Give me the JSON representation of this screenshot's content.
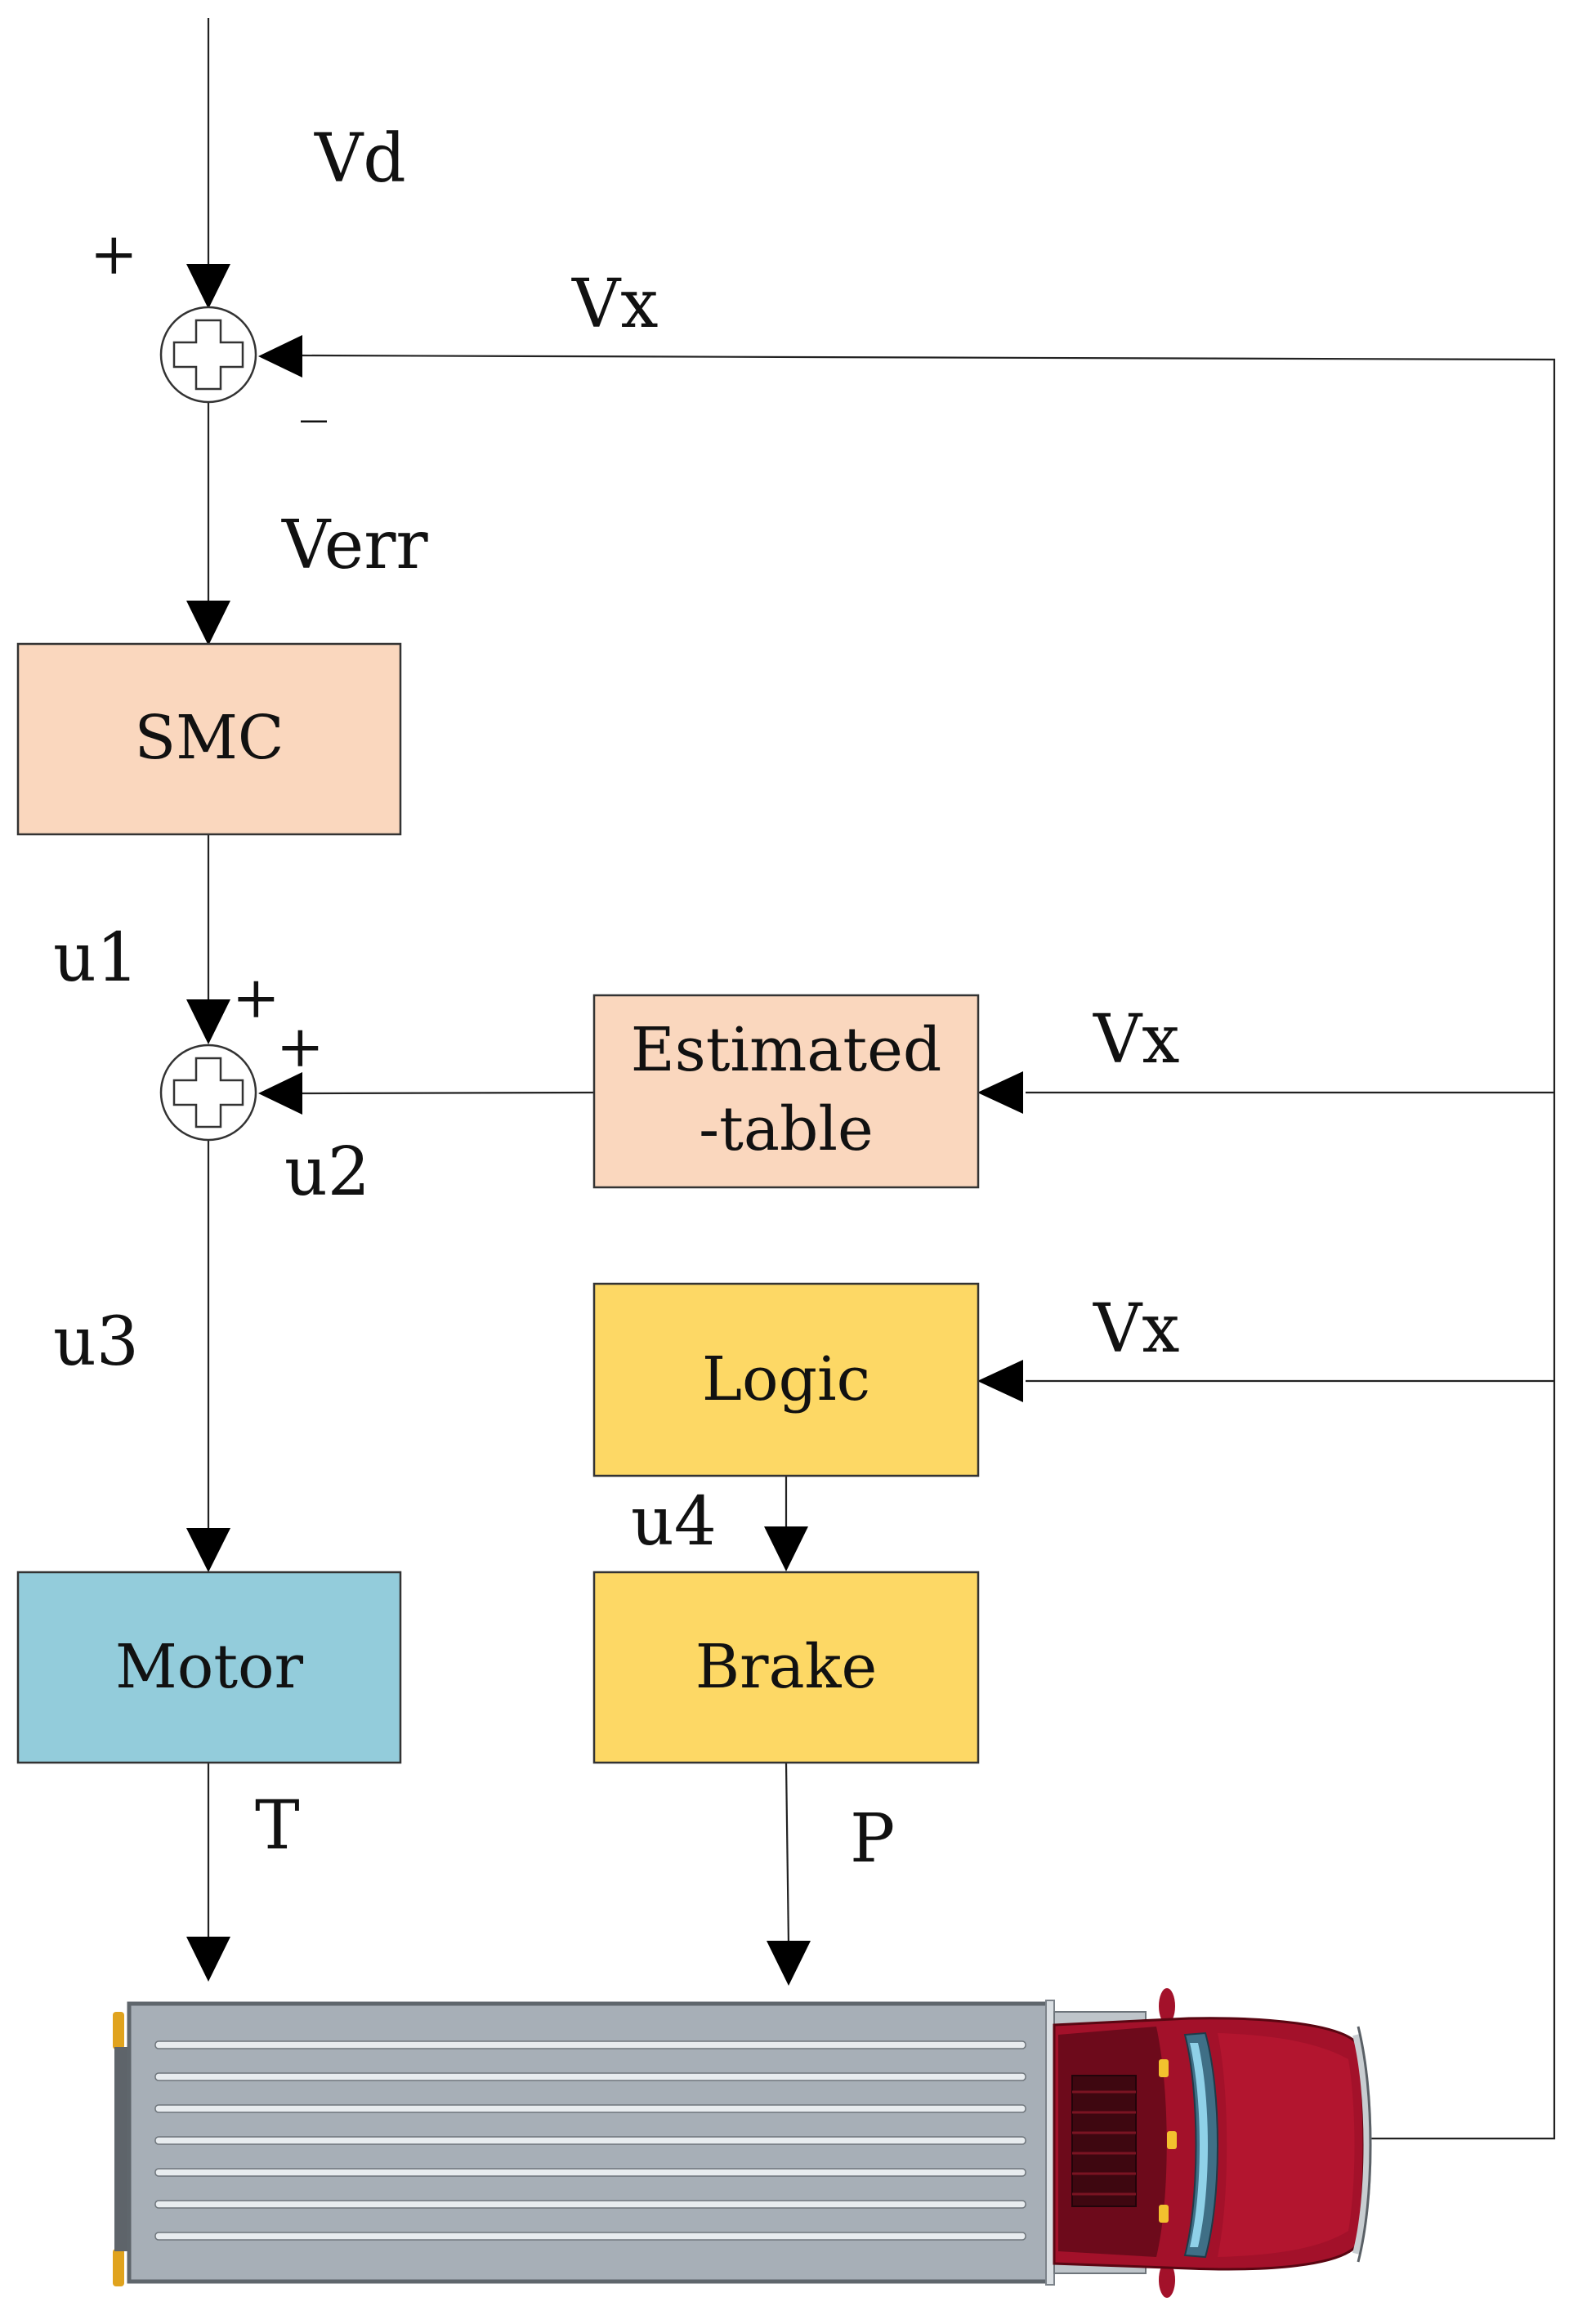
{
  "blocks": {
    "smc": {
      "label": "SMC",
      "fill": "#FAD7BE"
    },
    "estimated_table": {
      "line1": "Estimated",
      "line2": "-table",
      "fill": "#FAD7BE"
    },
    "logic": {
      "label": "Logic",
      "fill": "#FDD865"
    },
    "motor": {
      "label": "Motor",
      "fill": "#93CCDB"
    },
    "brake": {
      "label": "Brake",
      "fill": "#FDD865"
    }
  },
  "signals": {
    "vd": "Vd",
    "vx_top": "Vx",
    "verr": "Verr",
    "u1": "u1",
    "u2": "u2",
    "u3": "u3",
    "u4": "u4",
    "vx_table": "Vx",
    "vx_logic": "Vx",
    "t": "T",
    "p": "P"
  },
  "signs": {
    "sum1_plus": "+",
    "sum1_minus": "_",
    "sum2_plus_top": "+",
    "sum2_plus_right": "+"
  },
  "truck": {
    "trailer_color": "#A7AFB7",
    "cab_color": "#A3112A",
    "icon": "truck-top-view-icon"
  }
}
